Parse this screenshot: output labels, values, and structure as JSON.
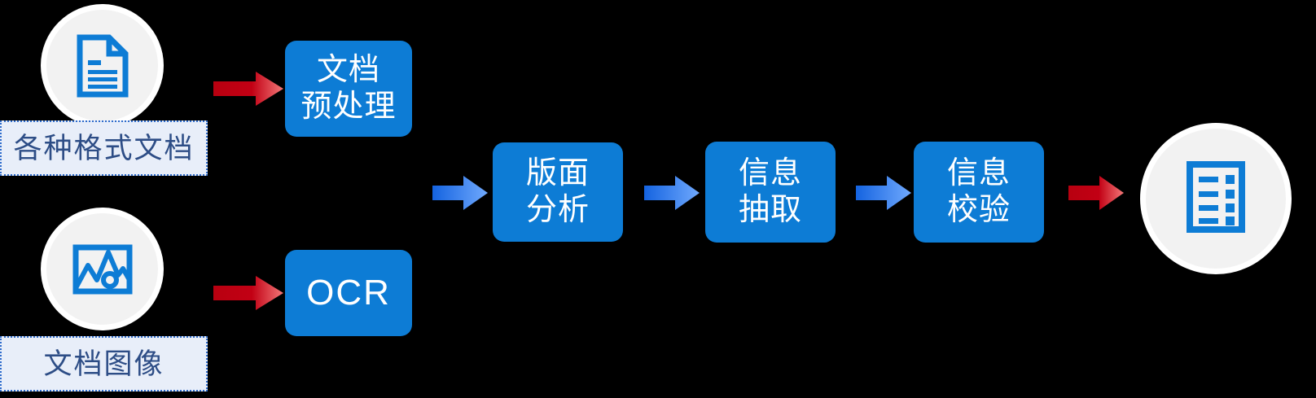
{
  "diagram": {
    "title": "Document intelligence processing pipeline",
    "background_color": "#000000",
    "colors": {
      "process_box": "#0d7cd5",
      "process_text": "#ffffff",
      "chip_fill": "#e8eef9",
      "chip_border": "#2f6ccc",
      "chip_text": "#2d4d86",
      "circle_fill": "#f2f2f2",
      "circle_ring": "#ffffff",
      "icon_blue": "#0d7cd5",
      "arrow_red_dark": "#b80010",
      "arrow_red_light": "#f05a5a",
      "arrow_blue_dark": "#1463e0",
      "arrow_blue_light": "#67a5fb"
    },
    "inputs": [
      {
        "icon": "document-file-icon",
        "label": "各种格式文档"
      },
      {
        "icon": "image-picture-icon",
        "label": "文档图像"
      }
    ],
    "stages": [
      {
        "id": "doc-preprocess",
        "label": "文档\n预处理",
        "script": "cjk"
      },
      {
        "id": "ocr",
        "label": "OCR",
        "script": "latin"
      },
      {
        "id": "layout-analysis",
        "label": "版面\n分析",
        "script": "cjk"
      },
      {
        "id": "info-extraction",
        "label": "信息\n抽取",
        "script": "cjk"
      },
      {
        "id": "info-verification",
        "label": "信息\n校验",
        "script": "cjk"
      }
    ],
    "arrows": [
      {
        "id": "arrow-docs-to-preprocess",
        "color": "red"
      },
      {
        "id": "arrow-images-to-ocr",
        "color": "red"
      },
      {
        "id": "arrow-to-layout-analysis",
        "color": "blue"
      },
      {
        "id": "arrow-to-info-extraction",
        "color": "blue"
      },
      {
        "id": "arrow-to-info-verification",
        "color": "blue"
      },
      {
        "id": "arrow-to-output",
        "color": "red"
      }
    ],
    "output": {
      "icon": "structured-form-list-icon"
    }
  }
}
